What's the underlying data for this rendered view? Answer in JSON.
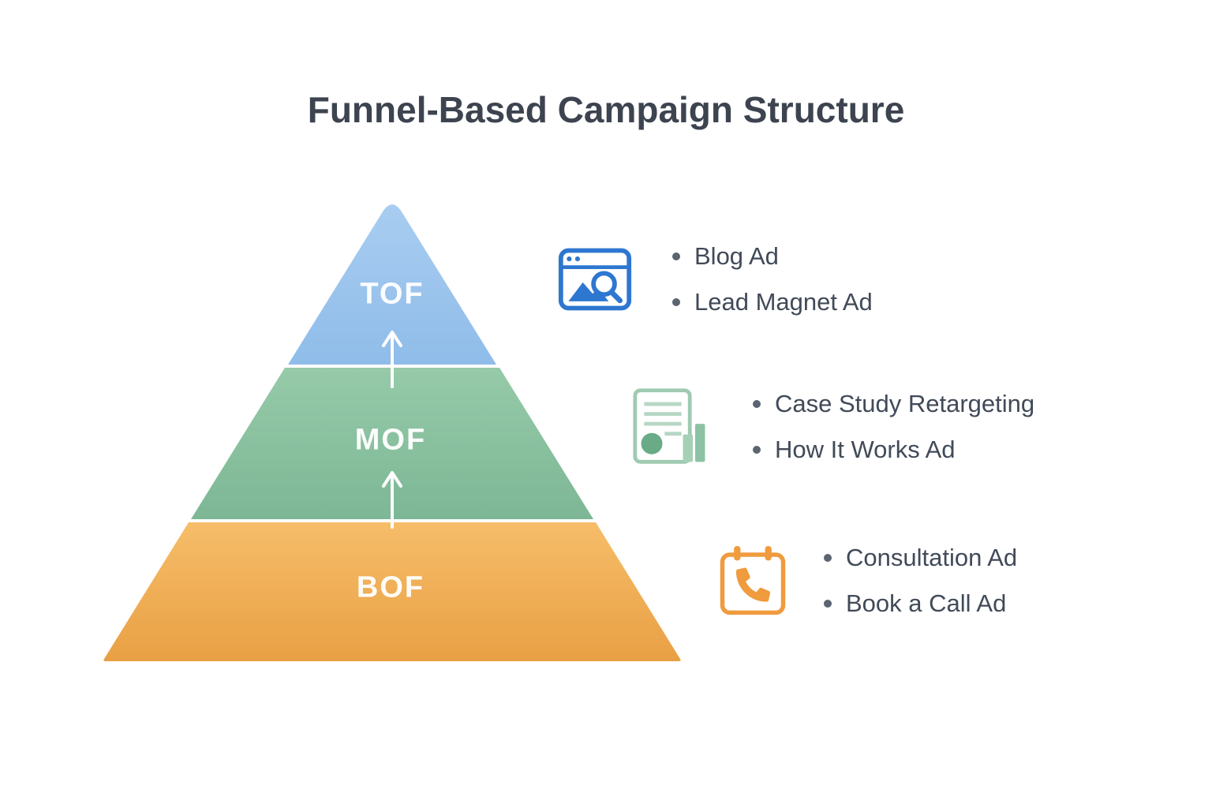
{
  "title": "Funnel-Based Campaign Structure",
  "pyramid": {
    "tiers": [
      {
        "id": "tof",
        "label": "TOF",
        "color_top": "#a9cdf1",
        "color_bottom": "#8fbce9"
      },
      {
        "id": "mof",
        "label": "MOF",
        "color_top": "#96caa9",
        "color_bottom": "#7db795"
      },
      {
        "id": "bof",
        "label": "BOF",
        "color_top": "#f6bd69",
        "color_bottom": "#e9a044"
      }
    ],
    "arrow_color": "#ffffff"
  },
  "legend": {
    "groups": [
      {
        "id": "tof",
        "icon": "browser-search-icon",
        "accent": "#2e77d0",
        "items": [
          "Blog Ad",
          "Lead Magnet Ad"
        ]
      },
      {
        "id": "mof",
        "icon": "report-document-icon",
        "accent": "#68ab86",
        "items": [
          "Case Study Retargeting",
          "How It Works Ad"
        ]
      },
      {
        "id": "bof",
        "icon": "calendar-phone-icon",
        "accent": "#ef9b3e",
        "items": [
          "Consultation Ad",
          "Book a Call Ad"
        ]
      }
    ]
  }
}
